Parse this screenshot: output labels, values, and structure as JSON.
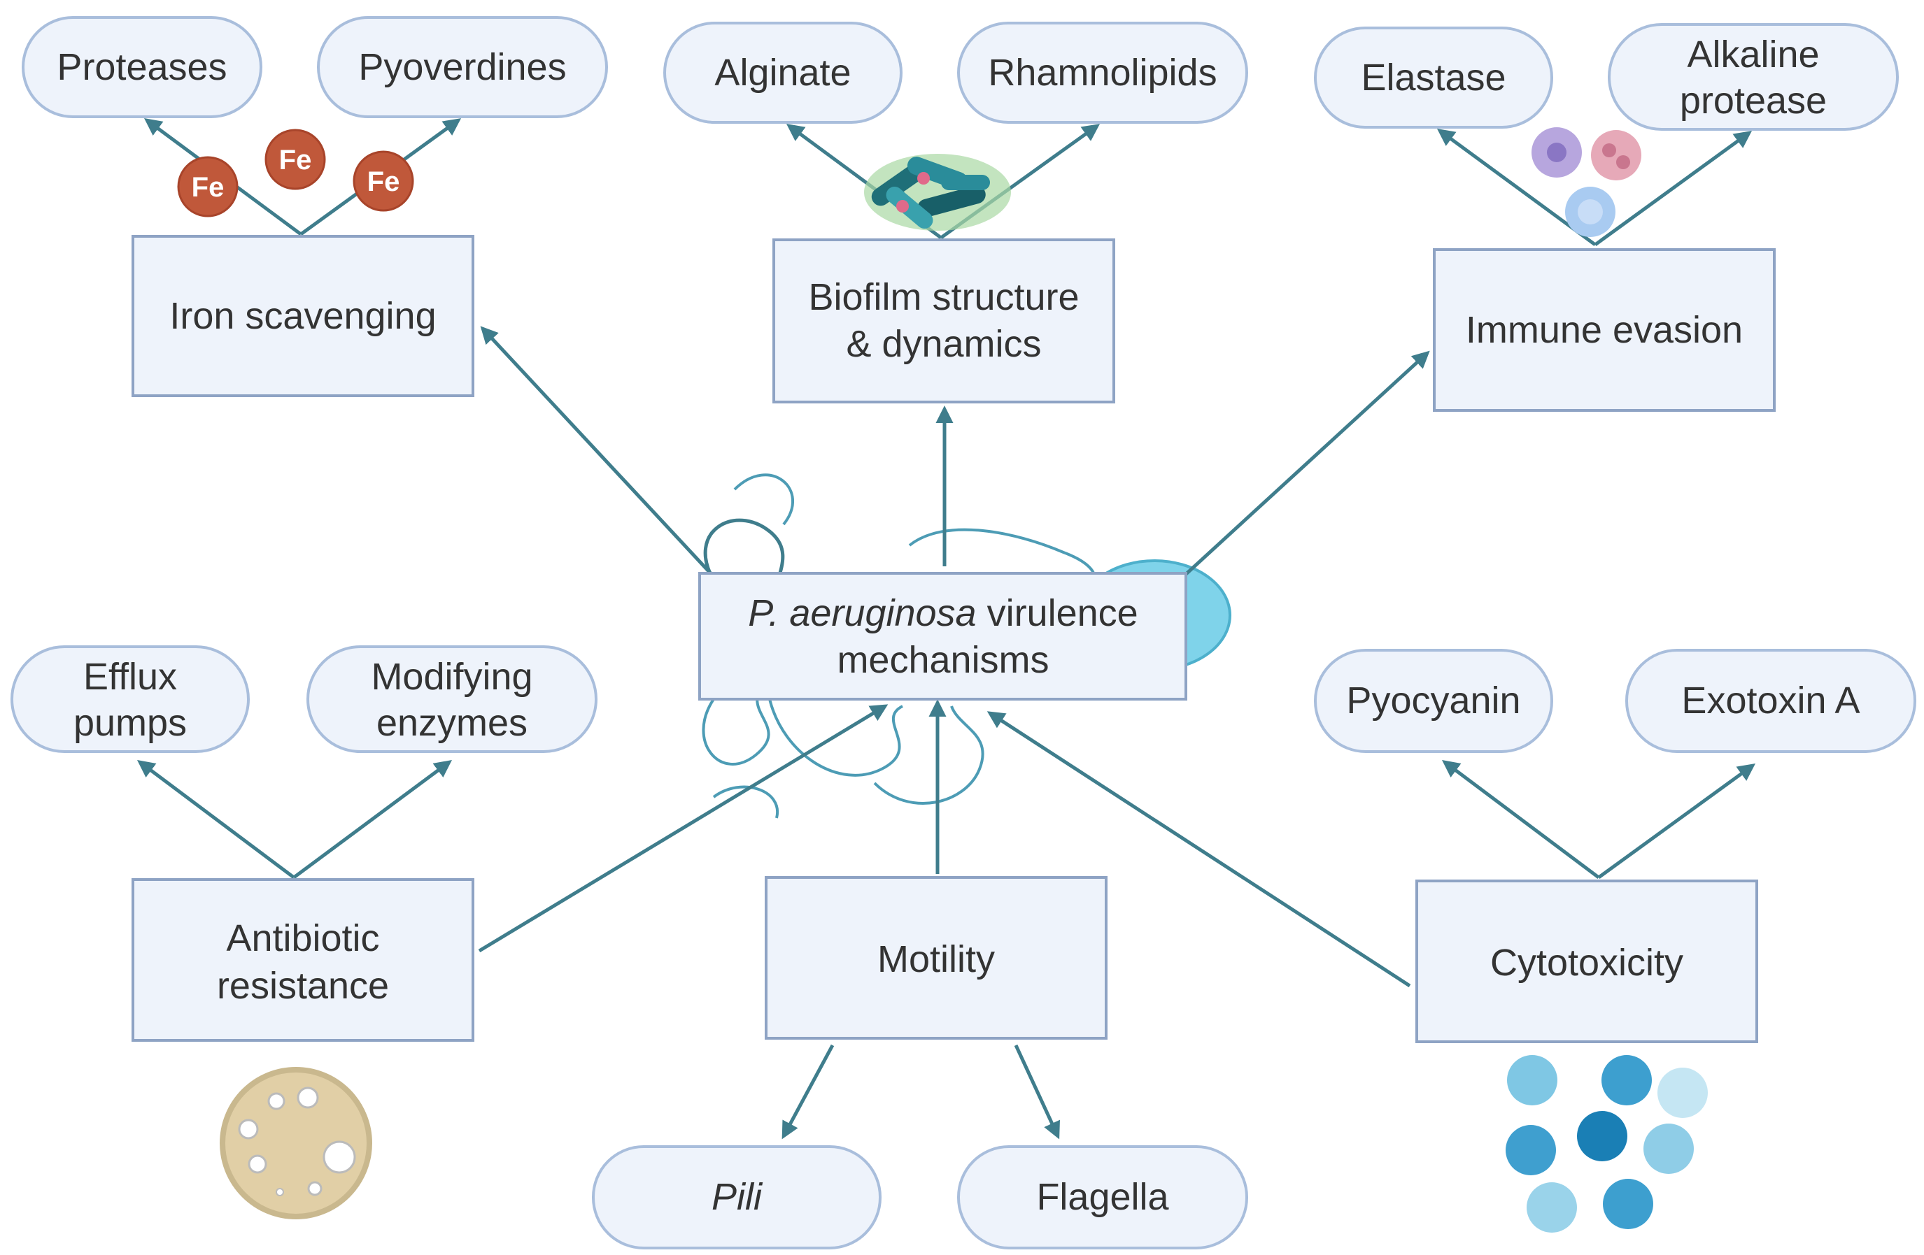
{
  "center": {
    "line1_italic": "P. aeruginosa",
    "line1_rest": " virulence",
    "line2": "mechanisms"
  },
  "categories": {
    "iron": "Iron scavenging",
    "biofilm_1": "Biofilm structure",
    "biofilm_2": "& dynamics",
    "immune": "Immune evasion",
    "antibiotic_1": "Antibiotic",
    "antibiotic_2": "resistance",
    "motility": "Motility",
    "cytotoxicity": "Cytotoxicity"
  },
  "leaves": {
    "proteases": "Proteases",
    "pyoverdines": "Pyoverdines",
    "alginate": "Alginate",
    "rhamnolipids": "Rhamnolipids",
    "elastase": "Elastase",
    "alkaline_1": "Alkaline",
    "alkaline_2": "protease",
    "efflux_1": "Efflux",
    "efflux_2": "pumps",
    "modifying_1": "Modifying",
    "modifying_2": "enzymes",
    "pyocyanin": "Pyocyanin",
    "exotoxin": "Exotoxin A",
    "pili": "Pili",
    "flagella": "Flagella"
  },
  "iron_symbol": "Fe",
  "colors": {
    "arrow": "#3f7d8c",
    "box_fill": "#eef3fb",
    "box_stroke": "#8ea3c4",
    "iron": "#c0583a",
    "bacterium": "#7fd3ea"
  }
}
